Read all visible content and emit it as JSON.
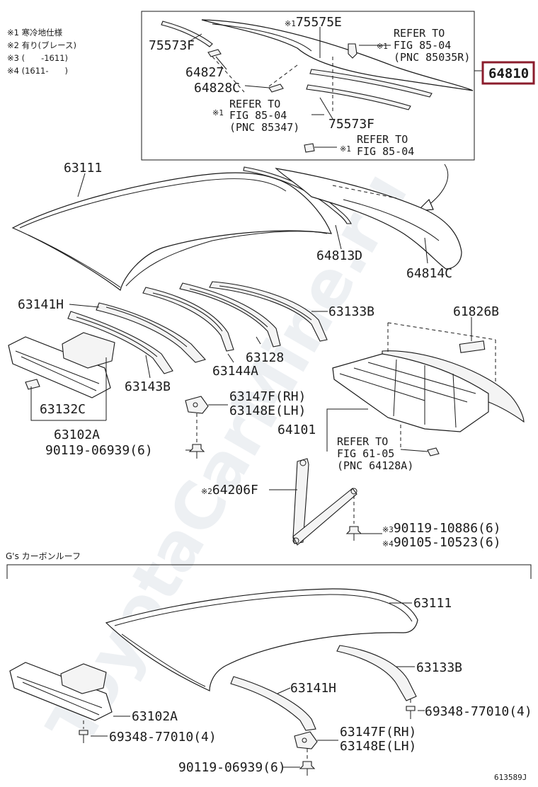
{
  "notes": [
    {
      "mark": "※1",
      "text": "寒冷地仕様"
    },
    {
      "mark": "※2",
      "text": "有り(ブレース)"
    },
    {
      "mark": "※3",
      "text": "(　　-1611)"
    },
    {
      "mark": "※4",
      "text": "(1611-　　)"
    }
  ],
  "inset_parts": {
    "p75575E": {
      "mark": "※1",
      "label": "75575E"
    },
    "p75573F_top": "75573F",
    "p64827": "64827",
    "p64828C": "64828C",
    "p75573F_bottom": "75573F",
    "ref_85035R": {
      "mark": "※1",
      "lines": [
        "REFER TO",
        "FIG 85-04",
        "(PNC 85035R)"
      ]
    },
    "ref_85347": {
      "mark": "※1",
      "lines": [
        "REFER TO",
        "FIG 85-04",
        "(PNC 85347)"
      ]
    },
    "ref_8504": {
      "mark": "※1",
      "lines": [
        "REFER TO",
        "FIG 85-04"
      ]
    }
  },
  "highlight_part": {
    "label": "64810",
    "color": "#8b1c2c"
  },
  "main_parts": {
    "p63111": "63111",
    "p64813D": "64813D",
    "p64814C": "64814C",
    "p63141H": "63141H",
    "p63133B": "63133B",
    "p61826B": "61826B",
    "p63128": "63128",
    "p63144A": "63144A",
    "p63143B": "63143B",
    "p63132C": "63132C",
    "p63102A": "63102A",
    "p63147F": "63147F(RH)",
    "p63148E": "63148E(LH)",
    "p90119": "90119-06939(6)",
    "p64101": "64101",
    "ref_6105": {
      "lines": [
        "REFER TO",
        "FIG 61-05",
        "(PNC 64128A)"
      ]
    },
    "p64206F": {
      "mark": "※2",
      "label": "64206F"
    },
    "p9011910886": {
      "mark": "※3",
      "label": "90119-10886(6)"
    },
    "p9010510523": {
      "mark": "※4",
      "label": "90105-10523(6)"
    }
  },
  "carbon_section": {
    "title": "G's カーボンルーフ",
    "p63111": "63111",
    "p63133B": "63133B",
    "p63141H": "63141H",
    "p63102A": "63102A",
    "p69348_right": "69348-77010(4)",
    "p69348_left": "69348-77010(4)",
    "p63147F": "63147F(RH)",
    "p63148E": "63148E(LH)",
    "p90119": "90119-06939(6)"
  },
  "diagram_code": "613589J",
  "watermark": "ToyotaCarMine.ru"
}
